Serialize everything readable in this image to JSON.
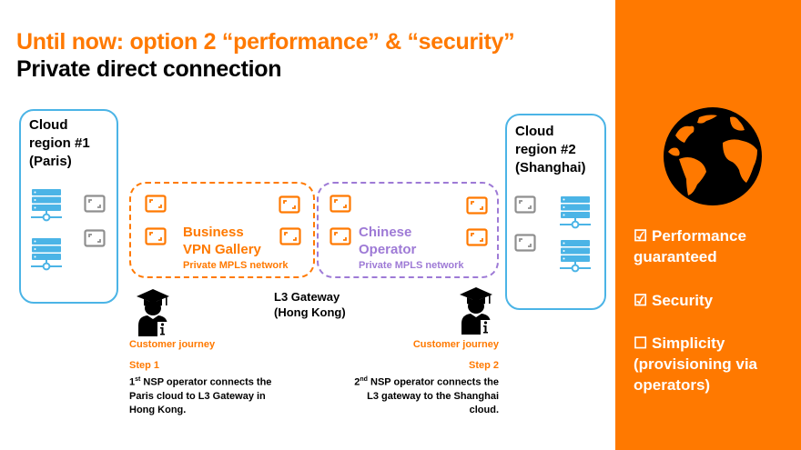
{
  "header": {
    "title": "Until now: option 2 “performance” & “security”",
    "subtitle": "Private direct connection"
  },
  "colors": {
    "brand_orange": "#ff7900",
    "cloud_blue": "#4bb4e6",
    "chinese_purple": "#9e7ad6",
    "port_gray": "#8f8f8f"
  },
  "clouds": [
    {
      "label_line1": "Cloud",
      "label_line2": "region #1",
      "label_line3": "(Paris)"
    },
    {
      "label_line1": "Cloud",
      "label_line2": "region #2",
      "label_line3": "(Shanghai)"
    }
  ],
  "networks": [
    {
      "name_line1": "Business",
      "name_line2": "VPN Gallery",
      "subtitle": "Private MPLS network"
    },
    {
      "name_line1": "Chinese",
      "name_line2": "Operator",
      "subtitle": "Private MPLS network"
    }
  ],
  "gateway": {
    "line1": "L3 Gateway",
    "line2": "(Hong Kong)"
  },
  "journeys": [
    {
      "label": "Customer journey",
      "step": "Step 1",
      "ordinal_num": "1",
      "ordinal_sup": "st",
      "desc_line1_rest": " NSP operator connects the",
      "desc_line2": "Paris cloud to L3 Gateway in",
      "desc_line3": "Hong Kong."
    },
    {
      "label": "Customer journey",
      "step": "Step 2",
      "ordinal_num": "2",
      "ordinal_sup": "nd",
      "desc_line1_rest": " NSP operator connects the",
      "desc_line2": "L3 gateway to the Shanghai",
      "desc_line3": "cloud."
    }
  ],
  "side_panel": {
    "icon": "globe-icon",
    "benefits": [
      {
        "checkbox": "☑",
        "checked": true,
        "line1": "Performance",
        "line2": "guaranteed",
        "line3": ""
      },
      {
        "checkbox": "☑",
        "checked": true,
        "line1": "Security",
        "line2": "",
        "line3": ""
      },
      {
        "checkbox": "☐",
        "checked": false,
        "line1": "Simplicity",
        "line2": "(provisioning via",
        "line3": "operators)"
      }
    ]
  }
}
